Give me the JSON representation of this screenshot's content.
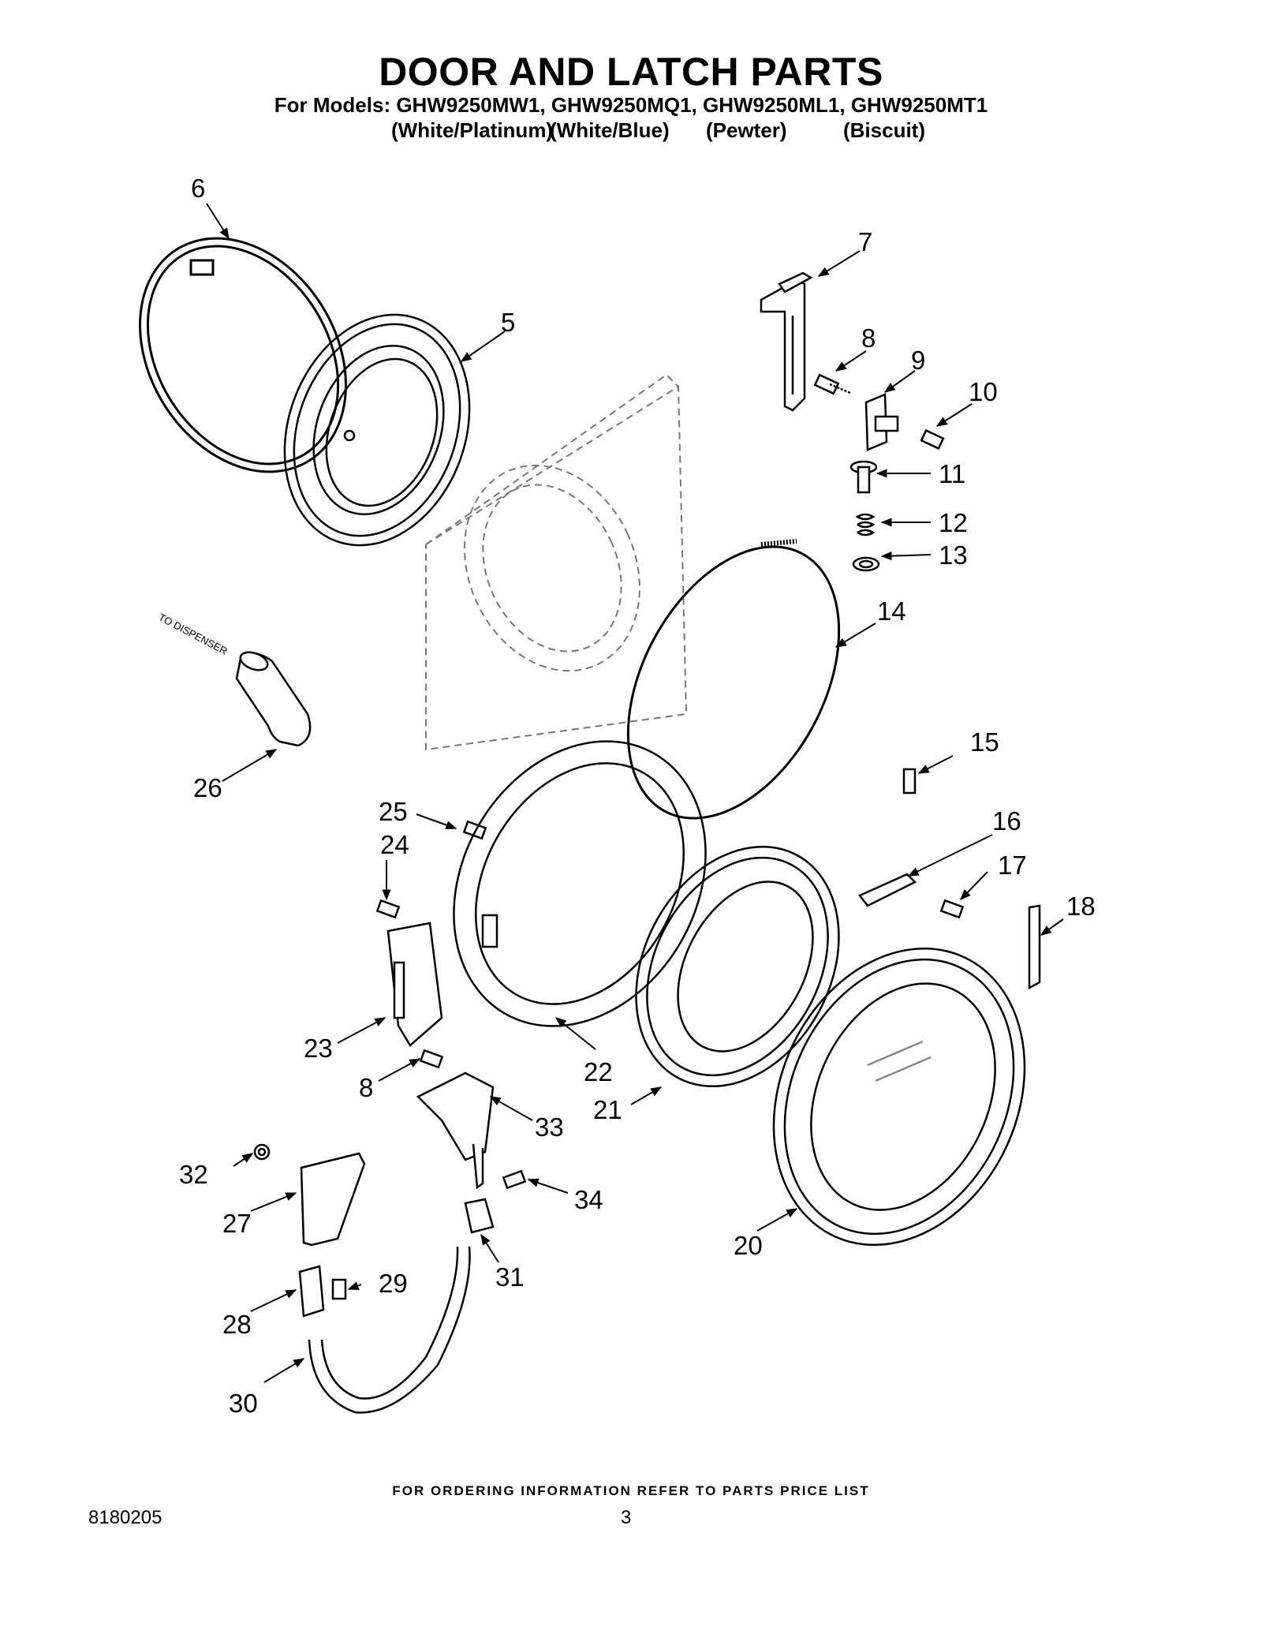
{
  "header": {
    "title": "DOOR AND LATCH PARTS",
    "models_line": "For Models: GHW9250MW1, GHW9250MQ1, GHW9250ML1, GHW9250MT1",
    "colors": [
      "(White/Platinum)",
      "(White/Blue)",
      "(Pewter)",
      "(Biscuit)"
    ]
  },
  "diagram": {
    "side_label": "TO DISPENSER",
    "callouts": [
      "6",
      "5",
      "7",
      "8",
      "9",
      "10",
      "11",
      "12",
      "13",
      "14",
      "26",
      "15",
      "25",
      "16",
      "24",
      "17",
      "18",
      "23",
      "22",
      "8",
      "21",
      "33",
      "32",
      "34",
      "27",
      "20",
      "31",
      "29",
      "28",
      "30"
    ]
  },
  "footer": {
    "note": "FOR ORDERING INFORMATION REFER TO PARTS PRICE LIST",
    "doc_number": "8180205",
    "page_number": "3"
  }
}
